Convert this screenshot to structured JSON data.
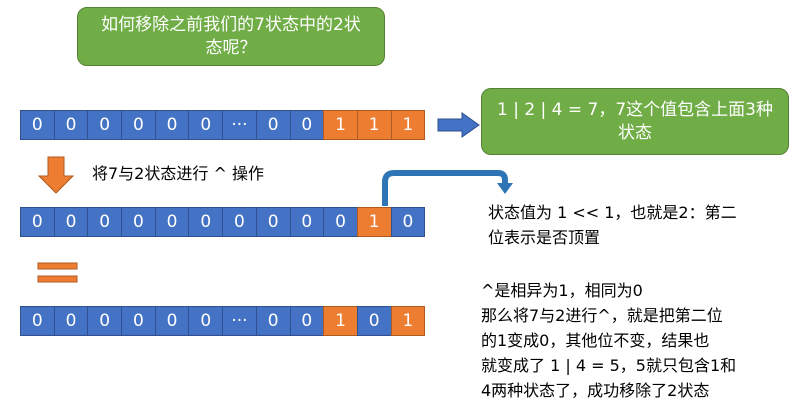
{
  "question": [
    "如何移除之前我们的7状态中的2状",
    "态呢？"
  ],
  "result_note": [
    "1 | 2 | 4 = 7，7这个值包含上面3种",
    "状态"
  ],
  "row1_cells": [
    "0",
    "0",
    "0",
    "0",
    "0",
    "0",
    "···",
    "0",
    "0",
    "1",
    "1",
    "1"
  ],
  "row1_highlight": [
    false,
    false,
    false,
    false,
    false,
    false,
    false,
    false,
    false,
    true,
    true,
    true
  ],
  "xor_step": "将7与2状态进行 ^ 操作",
  "row2_cells": [
    "0",
    "0",
    "0",
    "0",
    "0",
    "0",
    "0",
    "0",
    "0",
    "0",
    "1",
    "0"
  ],
  "row2_highlight": [
    false,
    false,
    false,
    false,
    false,
    false,
    false,
    false,
    false,
    false,
    true,
    false
  ],
  "state_note": [
    "状态值为 1 << 1，也就是2：第二",
    "位表示是否顶置"
  ],
  "row3_cells": [
    "0",
    "0",
    "0",
    "0",
    "0",
    "0",
    "···",
    "0",
    "0",
    "1",
    "0",
    "1"
  ],
  "row3_highlight": [
    false,
    false,
    false,
    false,
    false,
    false,
    false,
    false,
    false,
    true,
    false,
    true
  ],
  "explanation": [
    "^是相异为1，相同为0",
    "那么将7与2进行^，就是把第二位",
    "的1变成0，其他位不变，结果也",
    "就变成了 1 | 4 = 5，5就只包含1和",
    "4两种状态了，成功移除了2状态"
  ],
  "colors": {
    "blue": "#4472c4",
    "orange": "#ed7d31",
    "green": "#70ad47",
    "arrow_blue": "#2e75b6"
  }
}
